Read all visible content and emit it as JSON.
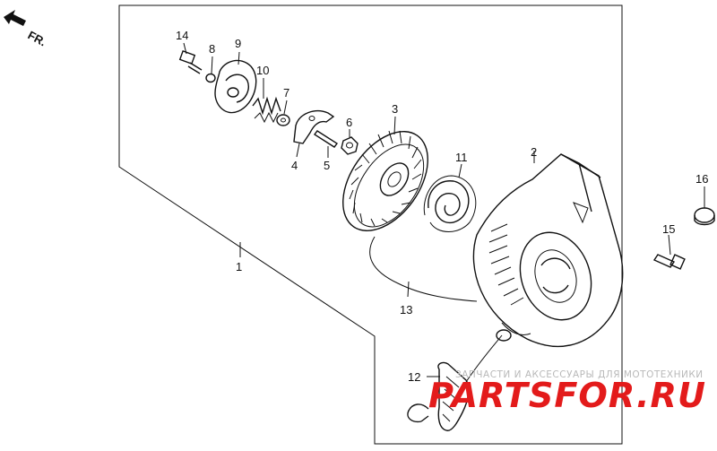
{
  "direction_marker": {
    "label": "FR.",
    "icon": "arrow-up-left-icon"
  },
  "callouts": [
    {
      "id": "1",
      "label": "1"
    },
    {
      "id": "2",
      "label": "2"
    },
    {
      "id": "3",
      "label": "3"
    },
    {
      "id": "4",
      "label": "4"
    },
    {
      "id": "5",
      "label": "5"
    },
    {
      "id": "6",
      "label": "6"
    },
    {
      "id": "7",
      "label": "7"
    },
    {
      "id": "8",
      "label": "8"
    },
    {
      "id": "9",
      "label": "9"
    },
    {
      "id": "10",
      "label": "10"
    },
    {
      "id": "11",
      "label": "11"
    },
    {
      "id": "12",
      "label": "12"
    },
    {
      "id": "13",
      "label": "13"
    },
    {
      "id": "14",
      "label": "14"
    },
    {
      "id": "15",
      "label": "15"
    },
    {
      "id": "16",
      "label": "16"
    }
  ],
  "watermark": {
    "tagline": "ЗАПЧАСТИ И АКСЕССУАРЫ ДЛЯ МОТОТЕХНИКИ",
    "brand": "PARTSFOR.RU",
    "brand_color": "#e31b1b"
  }
}
